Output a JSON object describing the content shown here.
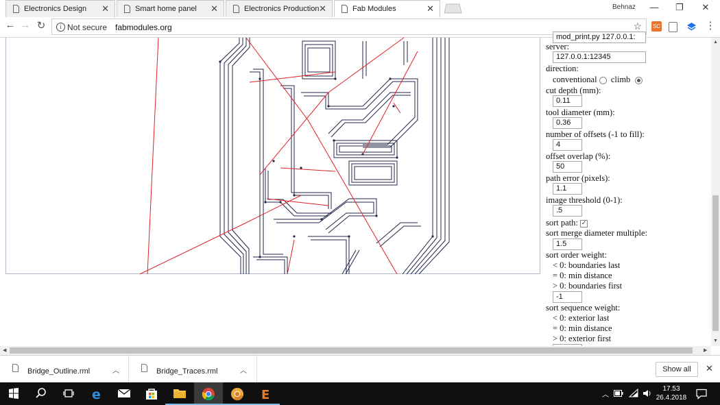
{
  "browser": {
    "tabs": [
      {
        "label": "Electronics Design",
        "active": false
      },
      {
        "label": "Smart home panel",
        "active": false
      },
      {
        "label": "Electronics Production",
        "active": false
      },
      {
        "label": "Fab Modules",
        "active": true
      }
    ],
    "profile_name": "Behnaz",
    "security_label": "Not secure",
    "url": "fabmodules.org",
    "icons": [
      "back-icon",
      "forward-icon",
      "reload-icon",
      "info-icon",
      "star-icon",
      "menu-icon"
    ],
    "colors": {
      "accent": "#1a73e8",
      "trace_line": "#22254a",
      "move_line": "#e01f26"
    }
  },
  "panel": {
    "partial_top_value": "mod_print.py 127.0.0.1:",
    "server_label": "server:",
    "server_value": "127.0.0.1:12345",
    "direction_label": "direction:",
    "direction_options": [
      {
        "label": "conventional",
        "selected": false
      },
      {
        "label": "climb",
        "selected": true
      }
    ],
    "cut_depth_label": "cut depth (mm):",
    "cut_depth_value": "0.11",
    "tool_diameter_label": "tool diameter (mm):",
    "tool_diameter_value": "0.36",
    "offsets_label": "number of offsets (-1 to fill):",
    "offsets_value": "4",
    "overlap_label": "offset overlap (%):",
    "overlap_value": "50",
    "path_error_label": "path error (pixels):",
    "path_error_value": "1.1",
    "threshold_label": "image threshold (0-1):",
    "threshold_value": ".5",
    "sort_path_label": "sort path:",
    "sort_path_checked": true,
    "merge_label": "sort merge diameter multiple:",
    "merge_value": "1.5",
    "order_weight_label": "sort order weight:",
    "order_weight_notes": [
      "< 0: boundaries last",
      "= 0: min distance",
      "> 0: boundaries first"
    ],
    "order_weight_value": "-1",
    "sequence_weight_label": "sort sequence weight:",
    "sequence_weight_notes": [
      "< 0: exterior last",
      "= 0: min distance",
      "> 0: exterior first"
    ]
  },
  "downloads": {
    "items": [
      {
        "name": "Bridge_Outline.rml"
      },
      {
        "name": "Bridge_Traces.rml"
      }
    ],
    "show_all_label": "Show all"
  },
  "taskbar": {
    "apps": [
      "windows-start-icon",
      "search-icon",
      "task-view-icon",
      "edge-icon",
      "mail-icon",
      "store-icon",
      "file-explorer-icon",
      "chrome-icon",
      "chrome-canary-icon",
      "eagle-icon"
    ],
    "time": "17.53",
    "date": "26.4.2018"
  }
}
